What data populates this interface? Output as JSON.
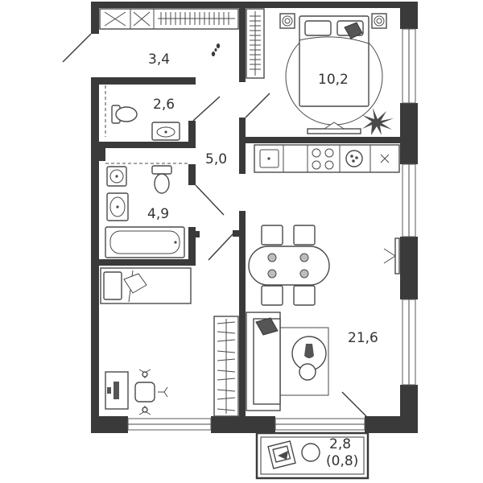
{
  "rooms": [
    {
      "id": "hall",
      "area": "3,4"
    },
    {
      "id": "bedroom",
      "area": "10,2"
    },
    {
      "id": "wc",
      "area": "2,6"
    },
    {
      "id": "corridor",
      "area": "5,0"
    },
    {
      "id": "bathroom",
      "area": "4,9"
    },
    {
      "id": "kitchen-living",
      "area": "21,6"
    },
    {
      "id": "balcony",
      "area": "2,8",
      "sub": "(0,8)"
    }
  ],
  "colors": {
    "wall": "#3a3a3a",
    "line": "#4a4a4a",
    "text": "#333333",
    "background": "#ffffff"
  }
}
